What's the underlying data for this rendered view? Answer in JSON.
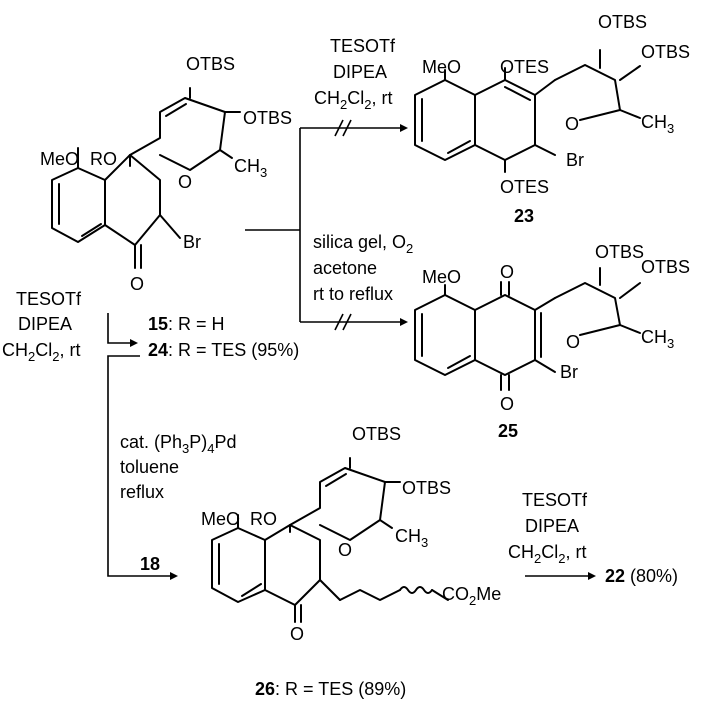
{
  "colors": {
    "ink": "#000000",
    "background": "#ffffff"
  },
  "reagents": {
    "top_right": [
      "TESOTf",
      "DIPEA",
      "CH2Cl2, rt"
    ],
    "middle_right": [
      "silica gel, O2",
      "acetone",
      "rt to reflux"
    ],
    "left": [
      "TESOTf",
      "DIPEA",
      "CH2Cl2, rt"
    ],
    "bottom_left": [
      "cat. (Ph3P)4Pd",
      "toluene",
      "reflux"
    ],
    "bottom_right": [
      "TESOTf",
      "DIPEA",
      "CH2Cl2, rt"
    ],
    "coupling_partner": "18"
  },
  "compounds": {
    "c15": {
      "number": "15",
      "text": ": R = H"
    },
    "c24": {
      "number": "24",
      "text": ": R = TES (95%)"
    },
    "c23": {
      "number": "23"
    },
    "c25": {
      "number": "25"
    },
    "c26": {
      "number": "26",
      "text": ": R = TES (89%)"
    },
    "c22": {
      "number": "22",
      "text": " (80%)"
    }
  },
  "atoms": {
    "otbs": "OTBS",
    "otes": "OTES",
    "meo": "MeO",
    "ro": "RO",
    "o": "O",
    "br": "Br",
    "ch3": "CH3",
    "ester": "CO2Me"
  }
}
